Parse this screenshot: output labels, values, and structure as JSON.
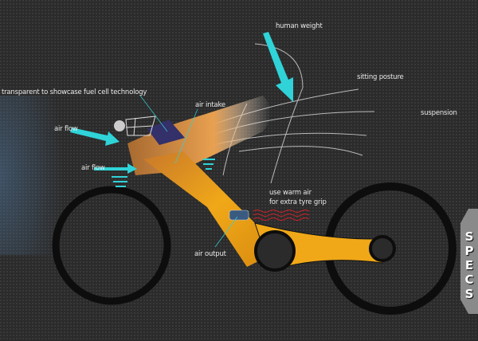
{
  "labels": {
    "human_weight": "human weight",
    "sitting_posture": "sitting posture",
    "transparent": "transparent to showcase fuel cell technology",
    "air_intake": "air intake",
    "suspension": "suspension",
    "air_flow_top": "air flow",
    "air_flow_bottom": "air flow",
    "warm_air_line1": "use warm air",
    "warm_air_line2": "for extra tyre grip",
    "air_output": "air output"
  },
  "specs_tab": {
    "letters": [
      "S",
      "P",
      "E",
      "C",
      "S"
    ]
  },
  "colors": {
    "arrow": "#2fd3d8",
    "frame": "#e89a1a",
    "heat": "#d0222a",
    "background": "#2b2b2b"
  }
}
